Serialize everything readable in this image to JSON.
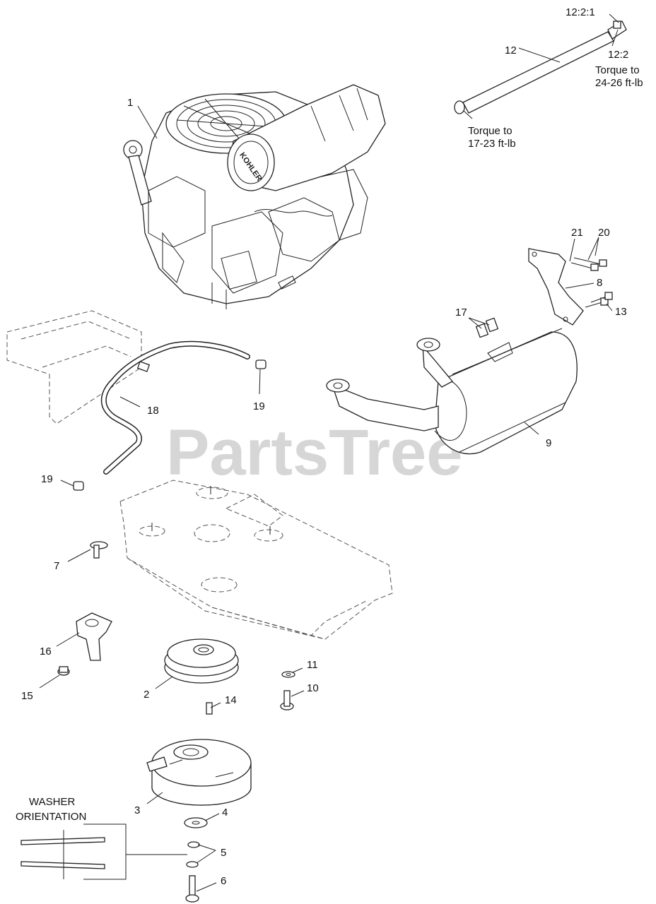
{
  "watermark": "PartsTree",
  "engine_brand": "KOHLER",
  "callouts": {
    "c1": "1",
    "c2": "2",
    "c3": "3",
    "c4": "4",
    "c5": "5",
    "c6": "6",
    "c7": "7",
    "c8": "8",
    "c9": "9",
    "c10": "10",
    "c11": "11",
    "c12": "12",
    "c12_2": "12:2",
    "c12_2_1": "12:2:1",
    "c13": "13",
    "c14": "14",
    "c15": "15",
    "c16": "16",
    "c17": "17",
    "c18": "18",
    "c19a": "19",
    "c19b": "19",
    "c20": "20",
    "c21": "21"
  },
  "notes": {
    "torque_a_line1": "Torque to",
    "torque_a_line2": "24-26 ft-lb",
    "torque_b_line1": "Torque to",
    "torque_b_line2": "17-23 ft-lb",
    "washer_line1": "WASHER",
    "washer_line2": "ORIENTATION"
  }
}
